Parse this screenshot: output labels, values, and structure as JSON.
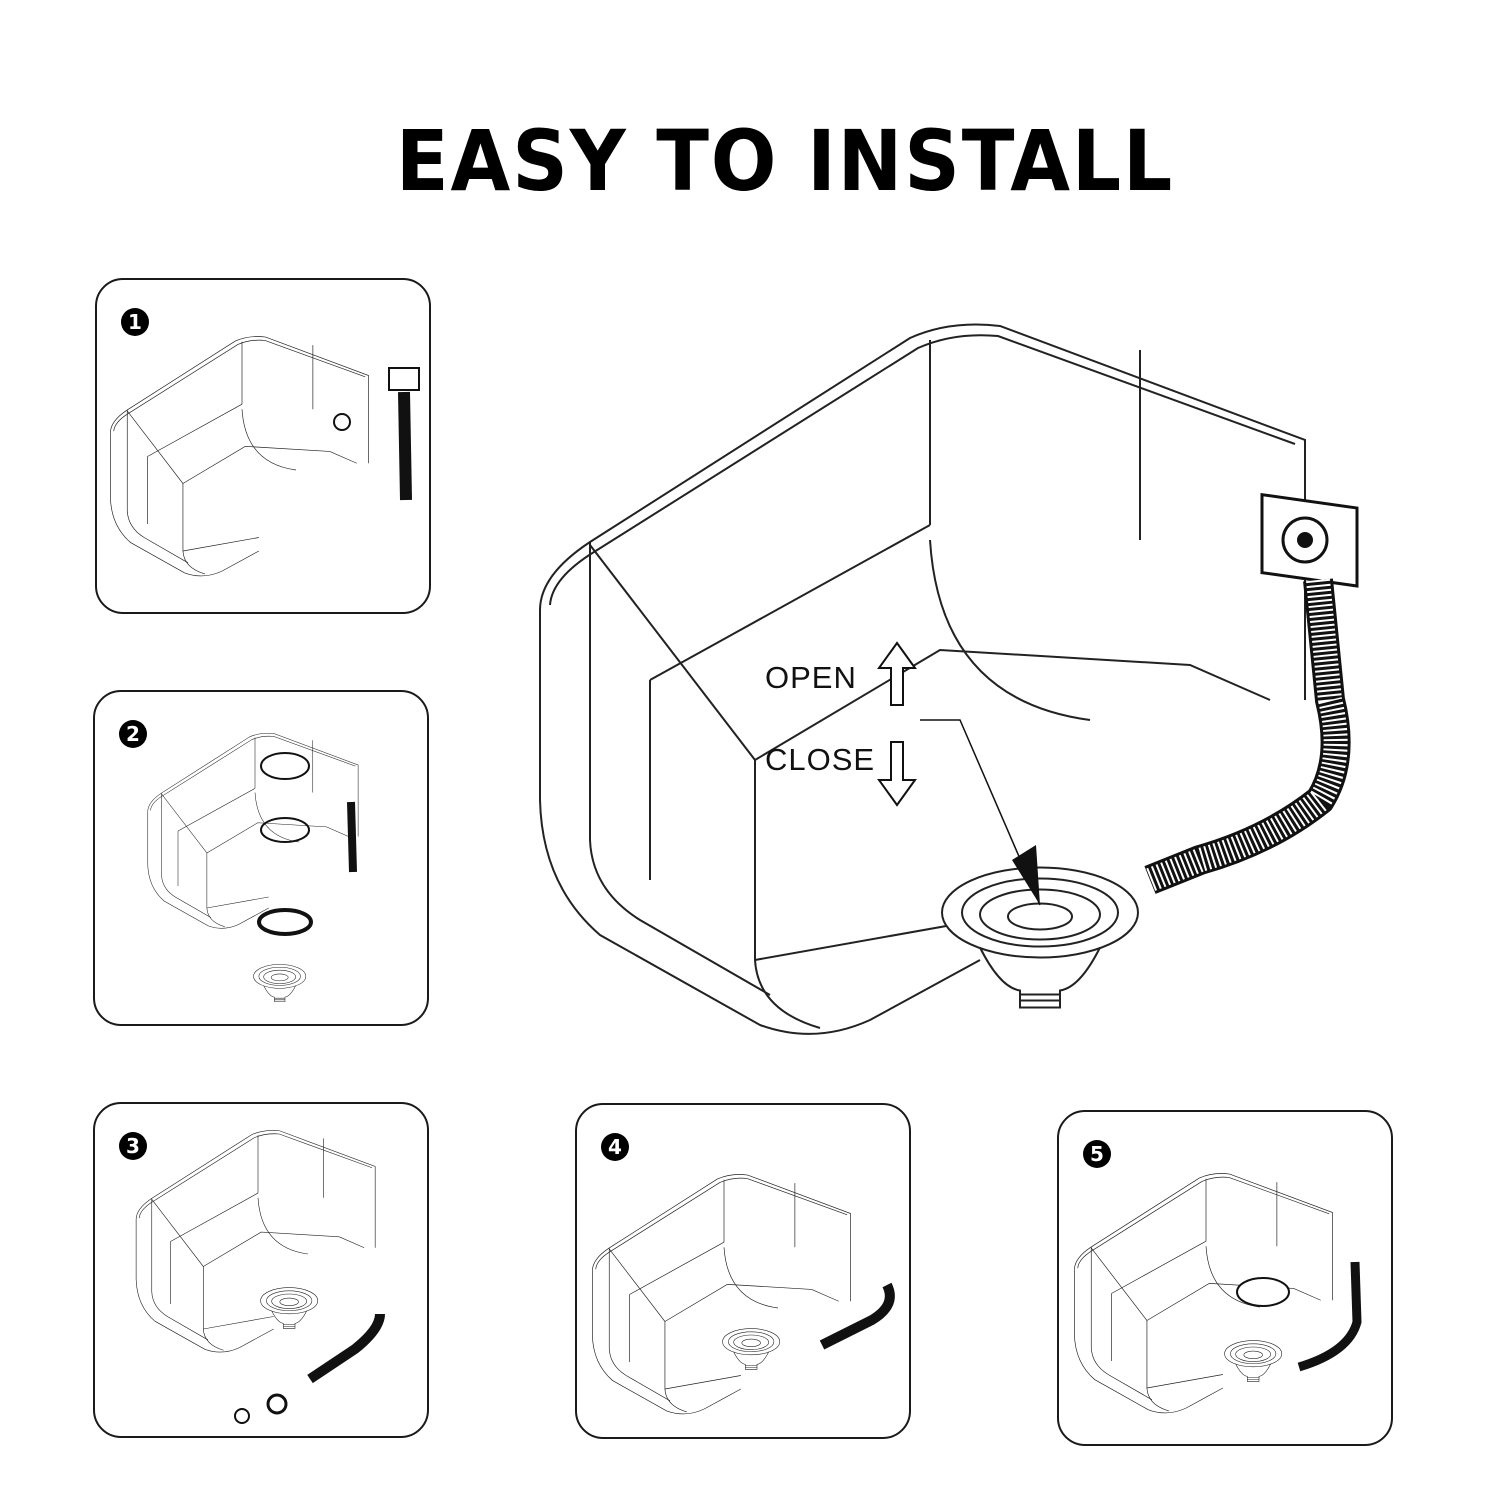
{
  "title": "EASY TO INSTALL",
  "steps": [
    {
      "number": "1"
    },
    {
      "number": "2"
    },
    {
      "number": "3"
    },
    {
      "number": "4"
    },
    {
      "number": "5"
    }
  ],
  "main_illustration": {
    "open_label": "OPEN",
    "close_label": "CLOSE"
  }
}
